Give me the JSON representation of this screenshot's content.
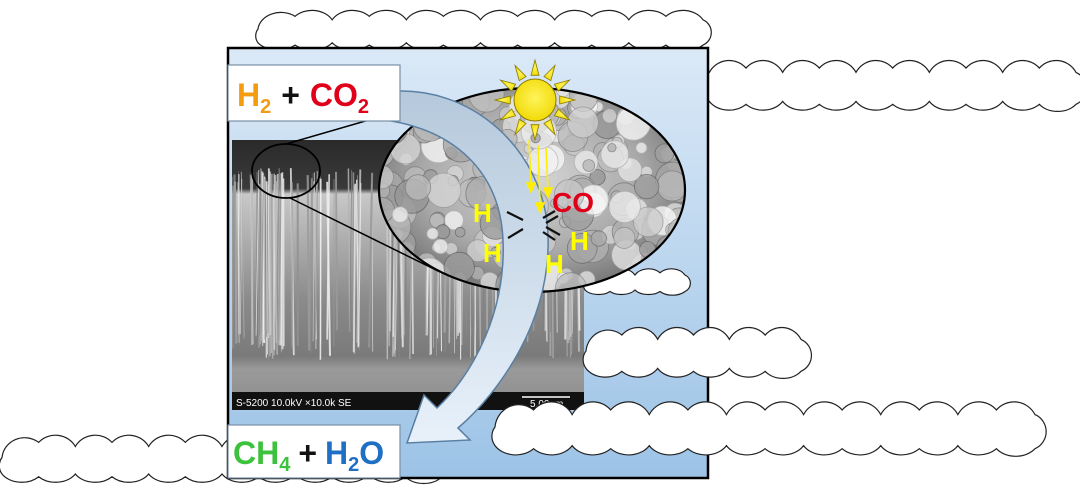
{
  "colors": {
    "hydrogen": "#f39c12",
    "carbon_dioxide": "#e0001a",
    "methane": "#3cc23c",
    "water": "#1f6fc5",
    "operator": "#111111",
    "molecule_label": "#ffff00",
    "co_label": "#e0001a",
    "sun": "#ffee00",
    "sky": "#cfe3f5"
  },
  "reactants": {
    "h2_main": "H",
    "h2_sub": "2",
    "plus": "+",
    "co2_main": "CO",
    "co2_sub": "2"
  },
  "products": {
    "ch4_main": "CH",
    "ch4_sub": "4",
    "plus": "+",
    "h2o_h": "H",
    "h2o_sub": "2",
    "h2o_o": "O"
  },
  "zoom_labels": {
    "h_left_top": "H",
    "h_left_bottom": "H",
    "co": "CO",
    "h_right_top": "H",
    "h_right_bottom": "H"
  },
  "sem": {
    "info": "S-5200 10.0kV ×10.0k SE",
    "scale": "5.00um"
  },
  "icons": [
    "sun-icon",
    "cloud-icon",
    "arrow-icon"
  ]
}
